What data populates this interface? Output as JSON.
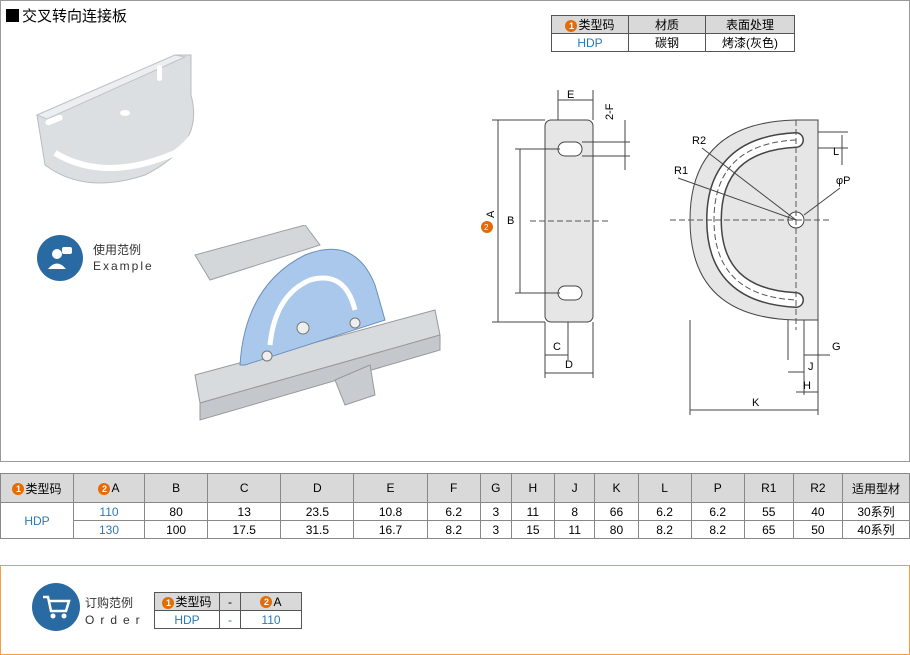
{
  "title": "交叉转向连接板",
  "mini_table": {
    "headers": [
      "类型码",
      "材质",
      "表面处理"
    ],
    "row": [
      "HDP",
      "碳钢",
      "烤漆(灰色)"
    ]
  },
  "use_example": {
    "cn": "使用范例",
    "en": "Example"
  },
  "drawing_labels": {
    "E": "E",
    "F": "2-F",
    "A": "A",
    "B": "B",
    "C": "C",
    "D": "D",
    "R2": "R2",
    "R1": "R1",
    "L": "L",
    "P": "φP",
    "G": "G",
    "J": "J",
    "H": "H",
    "K": "K"
  },
  "spec_table": {
    "headers": [
      "类型码",
      "A",
      "B",
      "C",
      "D",
      "E",
      "F",
      "G",
      "H",
      "J",
      "K",
      "L",
      "P",
      "R1",
      "R2",
      "适用型材"
    ],
    "type_code": "HDP",
    "rows": [
      [
        "110",
        "80",
        "13",
        "23.5",
        "10.8",
        "6.2",
        "3",
        "11",
        "8",
        "66",
        "6.2",
        "6.2",
        "55",
        "40",
        "30系列"
      ],
      [
        "130",
        "100",
        "17.5",
        "31.5",
        "16.7",
        "8.2",
        "3",
        "15",
        "11",
        "80",
        "8.2",
        "8.2",
        "65",
        "50",
        "40系列"
      ]
    ]
  },
  "order_example": {
    "cn": "订购范例",
    "en": "Order",
    "headers": [
      "类型码",
      "-",
      "A"
    ],
    "row": [
      "HDP",
      "-",
      "110"
    ]
  },
  "colors": {
    "accent_orange": "#e36c09",
    "brand_blue": "#2a6aa3",
    "value_blue": "#2a7ab8",
    "header_gray": "#d9d9d9"
  }
}
